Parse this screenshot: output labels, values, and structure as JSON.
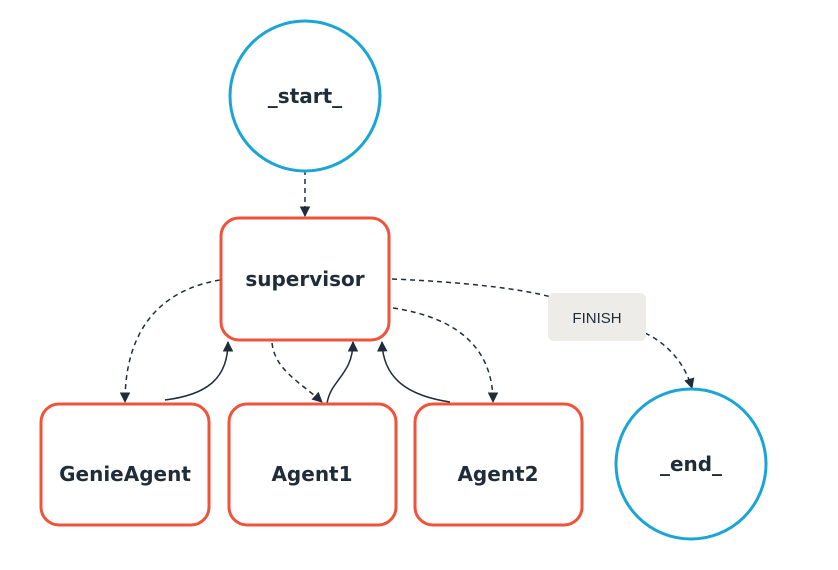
{
  "nodes": {
    "start": {
      "label": "_start_",
      "color": "#1aa5d4"
    },
    "supervisor": {
      "label": "supervisor",
      "color": "#f0533c"
    },
    "genie_agent": {
      "label": "GenieAgent",
      "color": "#f0533c"
    },
    "agent1": {
      "label": "Agent1",
      "color": "#f0533c"
    },
    "agent2": {
      "label": "Agent2",
      "color": "#f0533c"
    },
    "end": {
      "label": "_end_",
      "color": "#1aa5d4"
    }
  },
  "edge_labels": {
    "finish": "FINISH"
  },
  "colors": {
    "edge": "#1f2d3a",
    "label_background": "#eeece9"
  }
}
